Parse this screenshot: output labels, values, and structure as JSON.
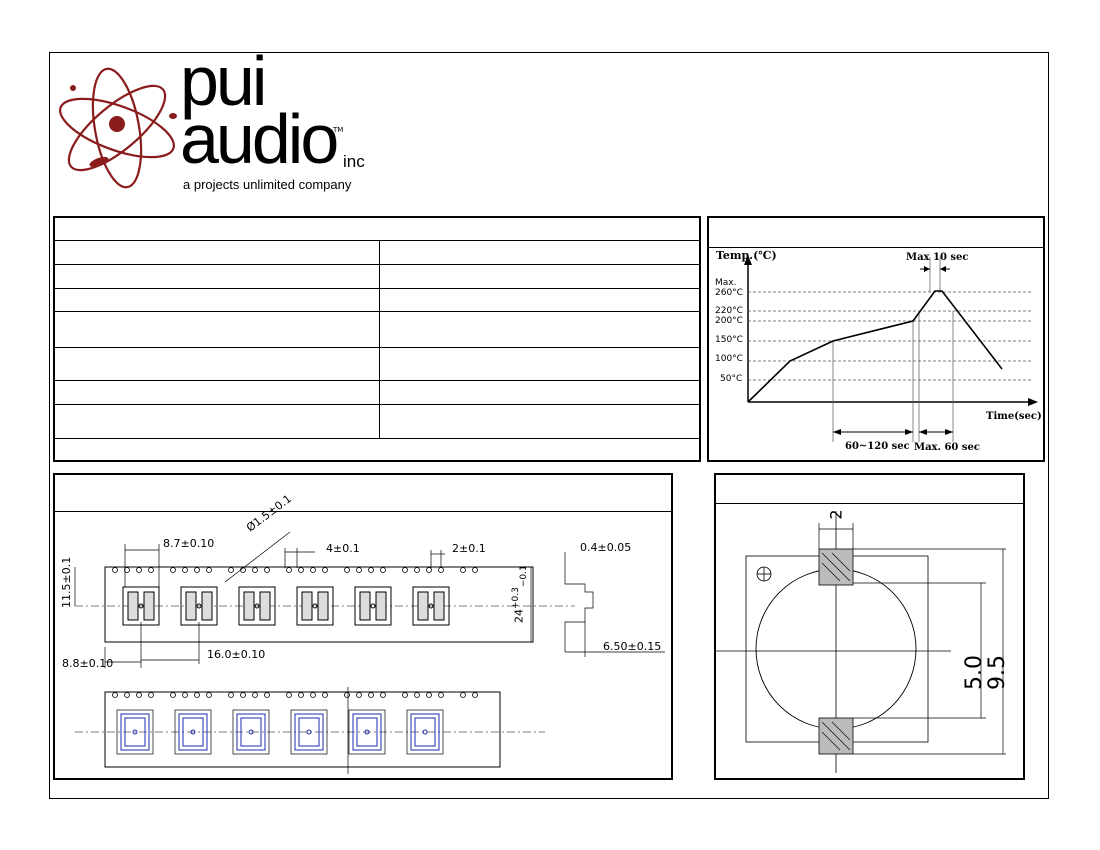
{
  "logo": {
    "name_line1": "pui",
    "name_line2": "audio",
    "trademark": "TM",
    "suffix": "inc",
    "tagline": "a projects unlimited company",
    "brand_color": "#8b1c1c"
  },
  "reflow": {
    "y_label": "Temp.(℃)",
    "x_label": "Time(sec)",
    "temps": [
      "Max.",
      "260°C",
      "220°C",
      "200°C",
      "150°C",
      "100°C",
      "50°C"
    ],
    "peak_label": "Max 10 sec",
    "soak_label": "60~120 sec",
    "liquidus_label": "Max. 60 sec"
  },
  "tape": {
    "dim_pocket_pitch": "8.7±0.10",
    "dim_hole_dia": "Ø1.5±0.1",
    "dim_hole_pitch": "4±0.1",
    "dim_hole_offset": "2±0.1",
    "dim_thickness": "0.4±0.05",
    "dim_side_offset": "11.5±0.1",
    "dim_tape_width": "24",
    "dim_tape_tol_plus": "+0.3",
    "dim_tape_tol_minus": "−0.1",
    "dim_pitch": "16.0±0.10",
    "dim_edge": "8.8±0.10",
    "dim_depth": "6.50±0.15"
  },
  "pad": {
    "dim_pad_width": "2",
    "dim_inner": "5.0",
    "dim_outer": "9.5"
  }
}
